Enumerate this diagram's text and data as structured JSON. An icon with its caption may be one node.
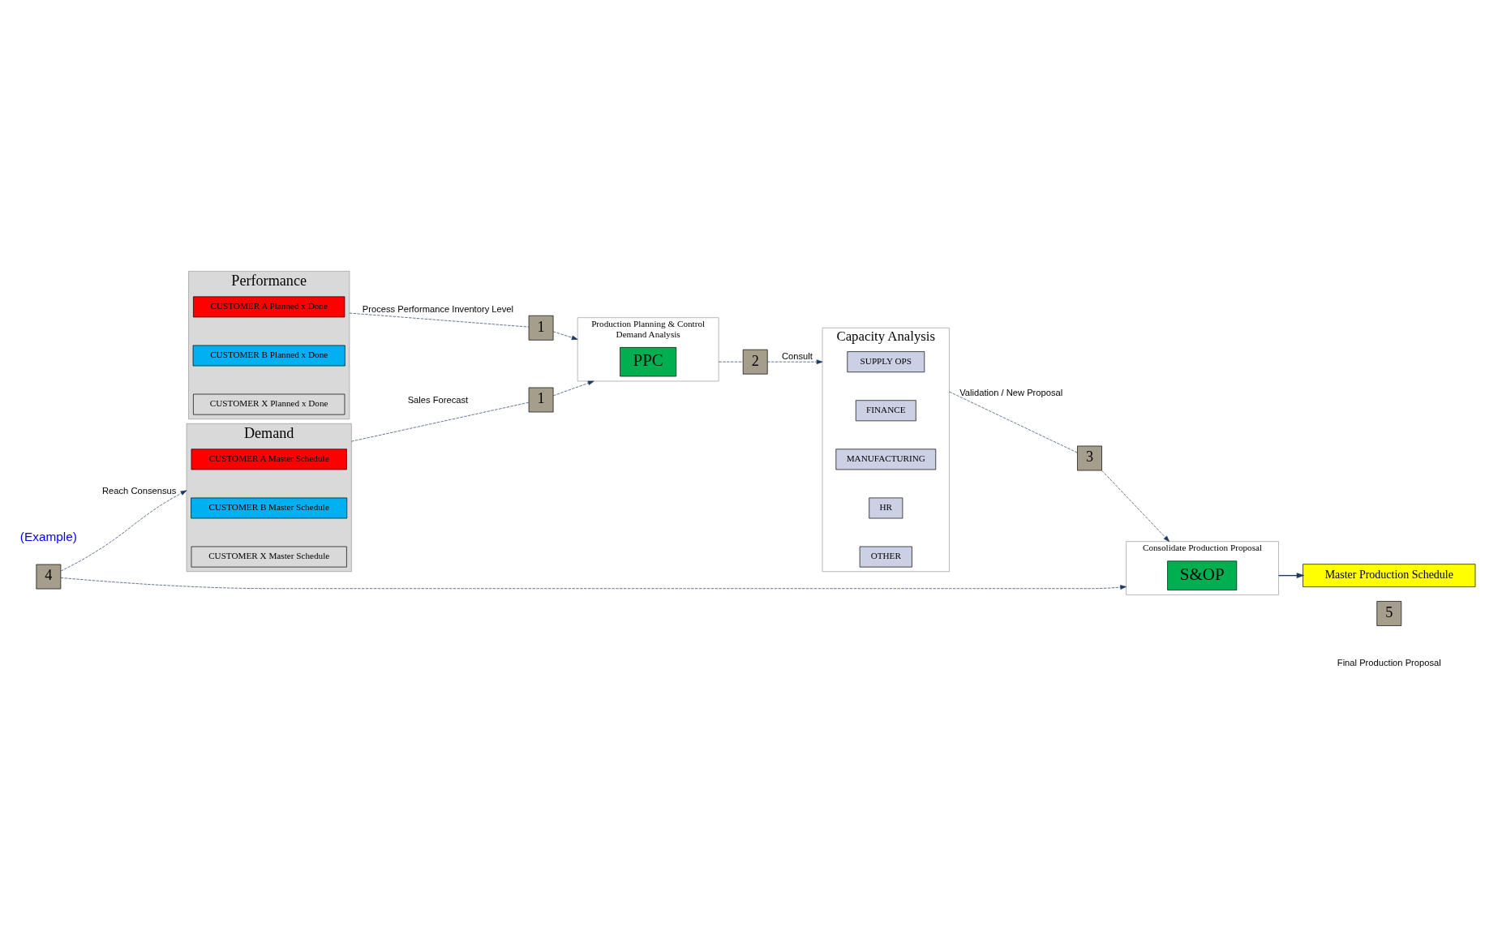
{
  "diagram": {
    "nodes": [
      {
        "text": [
          "Performance"
        ]
      },
      {
        "text": [
          "CUSTOMER A Planned x Done"
        ],
        "in": 0
      },
      {
        "text": [
          "CUSTOMER B Planned x Done"
        ],
        "in": 0
      },
      {
        "text": [
          "CUSTOMER X Planned x Done"
        ],
        "in": 0
      },
      {
        "text": [
          "Demand"
        ]
      },
      {
        "text": [
          "CUSTOMER A Master Schedule"
        ],
        "in": 4
      },
      {
        "text": [
          "CUSTOMER B Master Schedule"
        ],
        "in": 4
      },
      {
        "text": [
          "CUSTOMER X Master Schedule"
        ],
        "in": 4
      },
      {
        "text": [
          "Production Planning & Control",
          "Demand Analysis"
        ]
      },
      {
        "text": [
          "PPC"
        ],
        "in": 8
      },
      {
        "text": [
          "Consolidate Production Proposal"
        ]
      },
      {
        "text": [
          "S&OP"
        ],
        "in": 10
      },
      {
        "text": [
          "Capacity Analysis"
        ]
      },
      {
        "text": [
          "SUPPLY OPS"
        ],
        "in": 12
      },
      {
        "text": [
          "FINANCE"
        ],
        "in": 12
      },
      {
        "text": [
          "MANUFACTURING"
        ],
        "in": 12
      },
      {
        "text": [
          "HR"
        ],
        "in": 12
      },
      {
        "text": [
          "OTHER"
        ],
        "in": 12
      },
      {
        "text": [
          "Master Production Schedule"
        ]
      },
      {
        "text": [
          "1"
        ]
      },
      {
        "text": [
          "1"
        ]
      },
      {
        "text": [
          "2"
        ]
      },
      {
        "text": [
          "3"
        ]
      },
      {
        "text": [
          "4"
        ]
      },
      {
        "text": [
          "5"
        ],
        "beside": [
          "Final Production Proposal"
        ]
      }
    ],
    "edges": [
      {
        "from": 0,
        "to": 19,
        "arrow": "none",
        "style": "dashed",
        "label": "Process Performance Inventory Level"
      },
      {
        "from": 19,
        "to": 8,
        "arrow": "to",
        "style": "dashed"
      },
      {
        "from": 4,
        "to": 20,
        "arrow": "none",
        "style": "dashed",
        "label": "Sales Forecast"
      },
      {
        "from": 20,
        "to": 8,
        "arrow": "to",
        "style": "dashed"
      },
      {
        "from": 8,
        "to": 21,
        "arrow": "none",
        "style": "dashed"
      },
      {
        "from": 21,
        "to": 12,
        "arrow": "to",
        "style": "dashed",
        "label": "Consult"
      },
      {
        "from": 12,
        "to": 22,
        "arrow": "none",
        "style": "dashed",
        "label": "Validation / New Proposal"
      },
      {
        "from": 22,
        "to": 10,
        "arrow": "to",
        "style": "dashed"
      },
      {
        "from": 23,
        "to": 4,
        "arrow": "to",
        "style": "dashed",
        "label": "Reach Consensus"
      },
      {
        "from": 23,
        "to": 10,
        "arrow": "to",
        "style": "dashed"
      },
      {
        "from": 10,
        "to": 18,
        "arrow": "to"
      }
    ],
    "labels": [
      "(Example)"
    ]
  }
}
